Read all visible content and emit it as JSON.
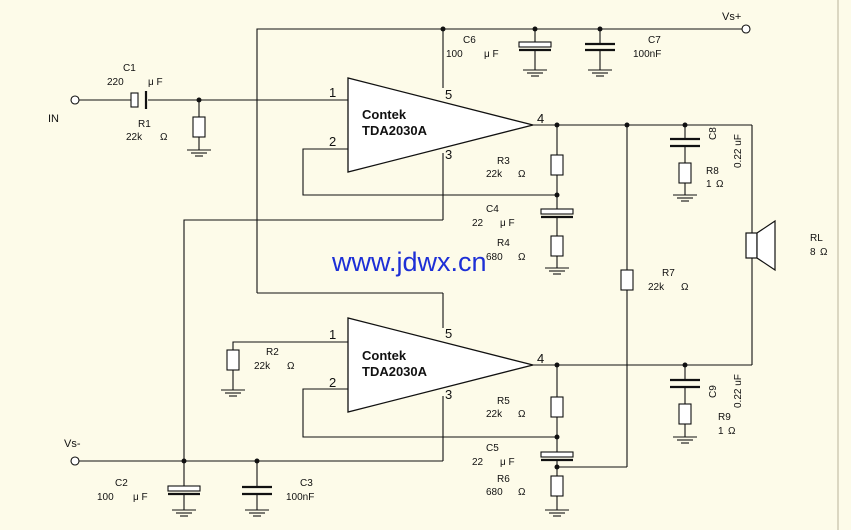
{
  "supply": {
    "pos_label": "Vs+",
    "neg_label": "Vs-"
  },
  "input": {
    "label": "IN"
  },
  "amps": [
    {
      "brand": "Contek",
      "part": "TDA2030A",
      "pins": [
        "1",
        "2",
        "3",
        "4",
        "5"
      ]
    },
    {
      "brand": "Contek",
      "part": "TDA2030A",
      "pins": [
        "1",
        "2",
        "3",
        "4",
        "5"
      ]
    }
  ],
  "components": {
    "C1": {
      "name": "C1",
      "value": "220",
      "unit": "μ F"
    },
    "R1": {
      "name": "R1",
      "value": "22k",
      "unit": "Ω"
    },
    "C6": {
      "name": "C6",
      "value": "100",
      "unit": "μ F"
    },
    "C7": {
      "name": "C7",
      "value": "100nF"
    },
    "R3": {
      "name": "R3",
      "value": "22k",
      "unit": "Ω"
    },
    "C4": {
      "name": "C4",
      "value": "22",
      "unit": "μ F"
    },
    "R4": {
      "name": "R4",
      "value": "680",
      "unit": "Ω"
    },
    "C8": {
      "name": "C8",
      "value": "0.22 uF"
    },
    "R8": {
      "name": "R8",
      "value": "1",
      "unit": "Ω"
    },
    "R7": {
      "name": "R7",
      "value": "22k",
      "unit": "Ω"
    },
    "RL": {
      "name": "RL",
      "value": "8",
      "unit": "Ω"
    },
    "R2": {
      "name": "R2",
      "value": "22k",
      "unit": "Ω"
    },
    "R5": {
      "name": "R5",
      "value": "22k",
      "unit": "Ω"
    },
    "C5": {
      "name": "C5",
      "value": "22",
      "unit": "μ F"
    },
    "R6": {
      "name": "R6",
      "value": "680",
      "unit": "Ω"
    },
    "C9": {
      "name": "C9",
      "value": "0.22 uF"
    },
    "R9": {
      "name": "R9",
      "value": "1",
      "unit": "Ω"
    },
    "C2": {
      "name": "C2",
      "value": "100",
      "unit": "μ F"
    },
    "C3": {
      "name": "C3",
      "value": "100nF"
    }
  },
  "watermark": "www.jdwx.cn"
}
